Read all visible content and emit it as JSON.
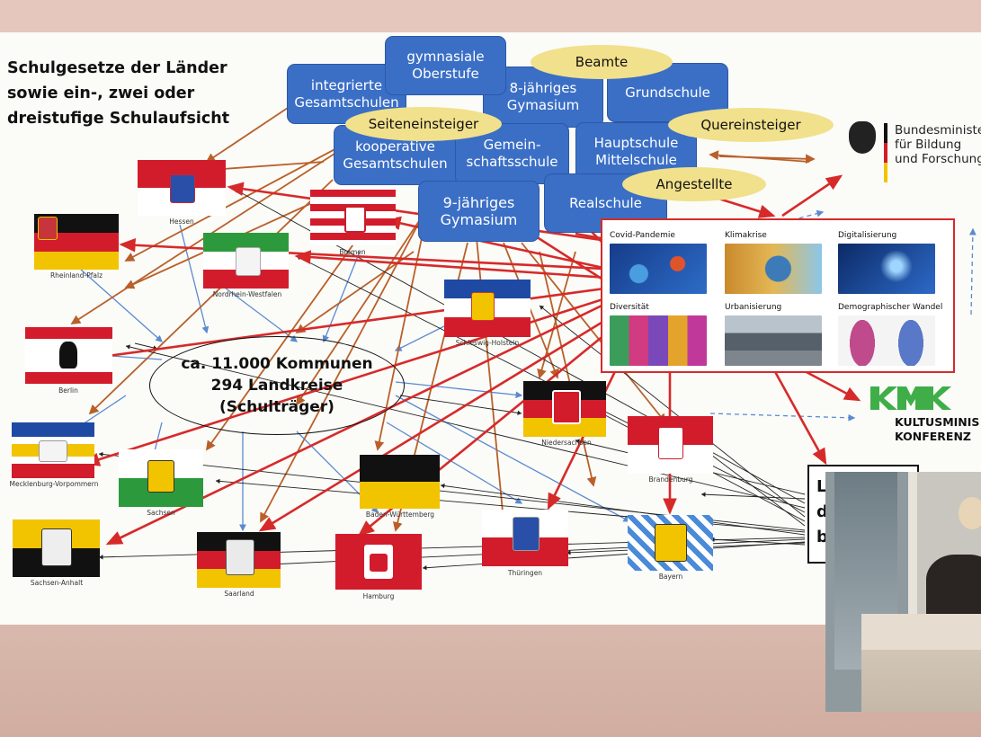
{
  "title": "Schulgesetze der Länder sowie ein-, zwei oder dreistufige Schulaufsicht",
  "school_types": [
    "integrierte Gesamtschulen",
    "gymnasiale Oberstufe",
    "8-jähriges Gymasium",
    "Grundschule",
    "kooperative Gesamtschulen",
    "Gemein- schaftsschule",
    "Hauptschule Mittelschule",
    "9-jähriges Gymasium",
    "Realschule"
  ],
  "staff_types": [
    "Beamte",
    "Seiteneinsteiger",
    "Quereinsteiger",
    "Angestellte"
  ],
  "center": {
    "line1": "ca. 11.000 Kommunen",
    "line2": "294 Landkreise",
    "line3": "(Schulträger)"
  },
  "states": [
    "Hessen",
    "Bremen",
    "Rheinland-Pfalz",
    "Nordrhein-Westfalen",
    "Schleswig-Holstein",
    "Berlin",
    "Niedersachsen",
    "Mecklenburg-Vorpommern",
    "Brandenburg",
    "Sachsen",
    "Baden-Württemberg",
    "Sachsen-Anhalt",
    "Saarland",
    "Hamburg",
    "Thüringen",
    "Bayern"
  ],
  "challenges": [
    "Covid-Pandemie",
    "Klimakrise",
    "Digitalisierung",
    "Diversität",
    "Urbanisierung",
    "Demographischer Wandel"
  ],
  "bmbf": {
    "line1": "Bundesminister",
    "line2": "für Bildung",
    "line3": "und Forschung"
  },
  "kmk": {
    "line1": "KULTUSMINIS",
    "line2": "KONFERENZ"
  },
  "partial_box": {
    "line1": "L",
    "line2": "d",
    "line3": "b"
  },
  "colors": {
    "box_blue": "#3b6fc6",
    "pill_yellow": "#f1e08c",
    "red_arrow": "#d62a2a",
    "brown_arrow": "#b9602a",
    "blue_arrow": "#5a8ad0",
    "kmk_green": "#3fae49"
  }
}
